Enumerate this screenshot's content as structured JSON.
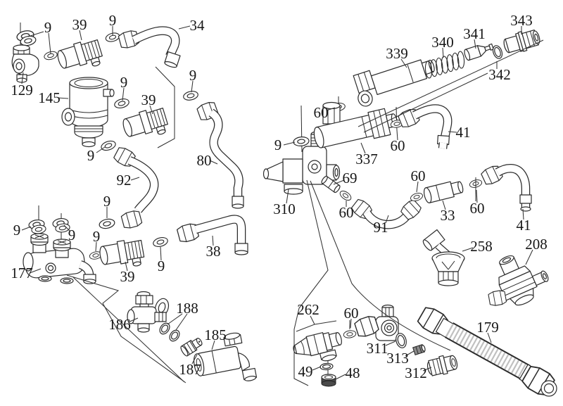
{
  "colors": {
    "background": "#ffffff",
    "line_ink": "#2b2b2b"
  },
  "parts": {
    "n9": "9",
    "n33": "33",
    "n34": "34",
    "n38": "38",
    "n39": "39",
    "n41": "41",
    "n48": "48",
    "n49": "49",
    "n60": "60",
    "n69": "69",
    "n80": "80",
    "n91": "91",
    "n92": "92",
    "n129": "129",
    "n145": "145",
    "n177": "177",
    "n179": "179",
    "n185": "185",
    "n186": "186",
    "n187": "187",
    "n188": "188",
    "n208": "208",
    "n258": "258",
    "n262": "262",
    "n310": "310",
    "n311": "311",
    "n312": "312",
    "n313": "313",
    "n337": "337",
    "n339": "339",
    "n340": "340",
    "n341": "341",
    "n342": "342",
    "n343": "343"
  },
  "part_numbers": [
    "9",
    "33",
    "34",
    "38",
    "39",
    "41",
    "48",
    "49",
    "60",
    "69",
    "80",
    "91",
    "92",
    "129",
    "145",
    "177",
    "179",
    "185",
    "186",
    "187",
    "188",
    "208",
    "258",
    "262",
    "310",
    "311",
    "312",
    "313",
    "337",
    "339",
    "340",
    "341",
    "342",
    "343"
  ]
}
